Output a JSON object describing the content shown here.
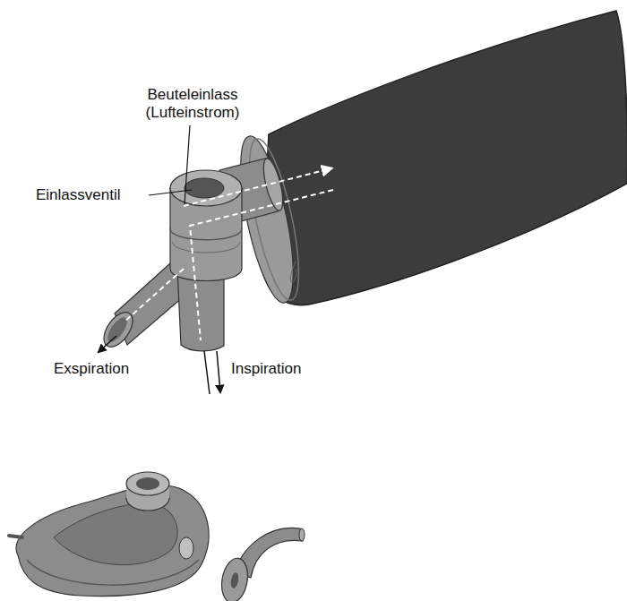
{
  "diagram": {
    "labels": [
      "Beuteleinlass (Lufteinstrom)",
      "Einlassventil",
      "Exspiration",
      "Inspiration"
    ]
  }
}
